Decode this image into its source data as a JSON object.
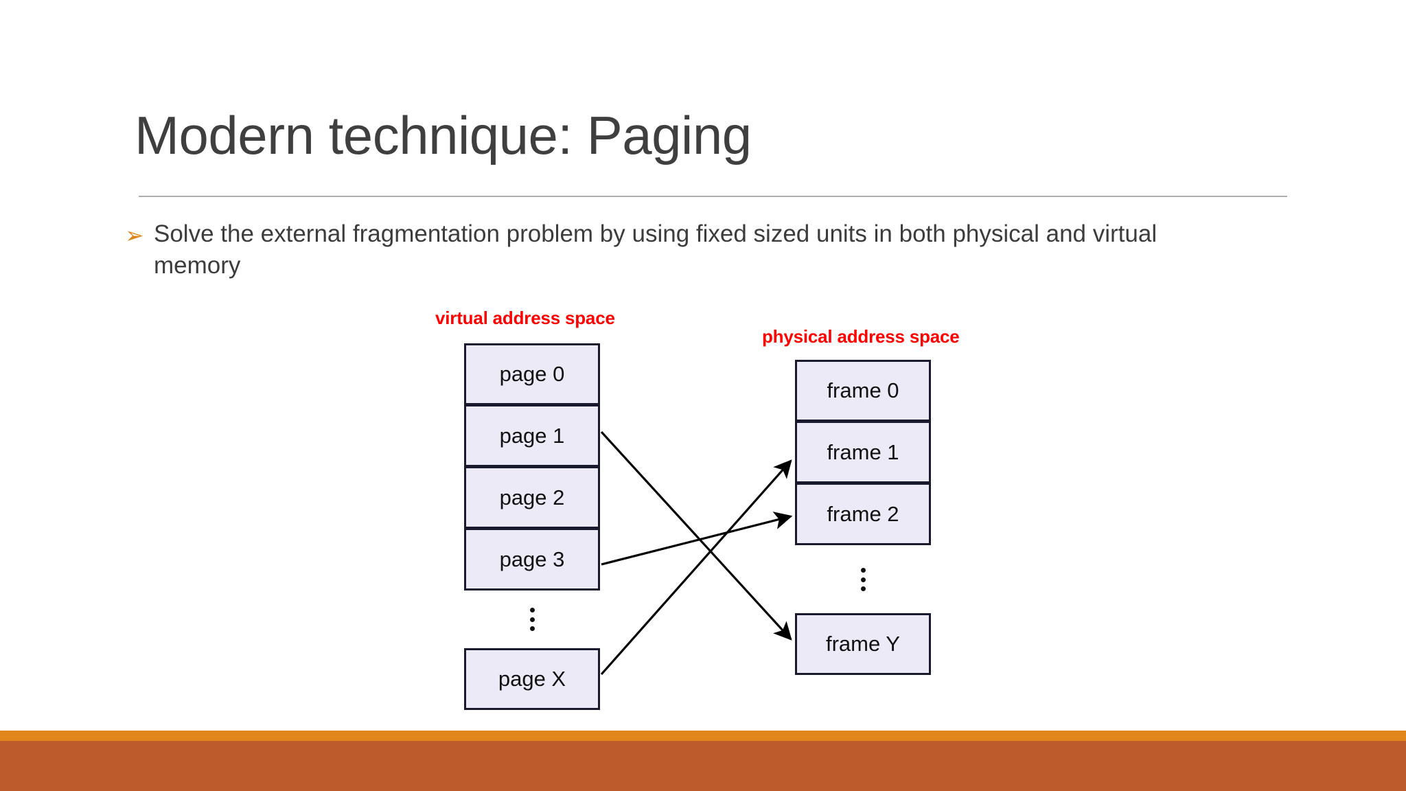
{
  "slide": {
    "title": "Modern technique: Paging",
    "bullets": [
      {
        "marker": "➢",
        "marker_name": "arrow-bullet-icon",
        "text": "Solve the external fragmentation problem by using fixed sized units in both physical and virtual memory"
      }
    ]
  },
  "diagram": {
    "type": "paging-mapping",
    "virtual": {
      "label": "virtual address space",
      "label_color": "#FF0000",
      "boxes": [
        {
          "label": "page 0"
        },
        {
          "label": "page 1"
        },
        {
          "label": "page 2"
        },
        {
          "label": "page 3"
        }
      ],
      "ellipsis": "⋮",
      "tail_boxes": [
        {
          "label": "page X"
        }
      ]
    },
    "physical": {
      "label": "physical address space",
      "label_color": "#FF0000",
      "boxes": [
        {
          "label": "frame 0"
        },
        {
          "label": "frame 1"
        },
        {
          "label": "frame 2"
        }
      ],
      "ellipsis": "⋮",
      "tail_boxes": [
        {
          "label": "frame Y"
        }
      ]
    },
    "mappings": [
      {
        "from": "page 1",
        "to": "frame Y"
      },
      {
        "from": "page 3",
        "to": "frame 2"
      },
      {
        "from": "page X",
        "to": "frame 1"
      }
    ],
    "box_fill": "#EDEAF8",
    "box_border": "#1A1A2E",
    "arrow_color": "#000000"
  },
  "theme": {
    "title_color": "#3F3F3F",
    "body_color": "#3C3C3C",
    "rule_color": "#AFAFB2",
    "accent_orange": "#E08214",
    "band_orange": "#E0861A",
    "band_terracotta": "#BD5B2B",
    "background": "#FFFFFF"
  }
}
